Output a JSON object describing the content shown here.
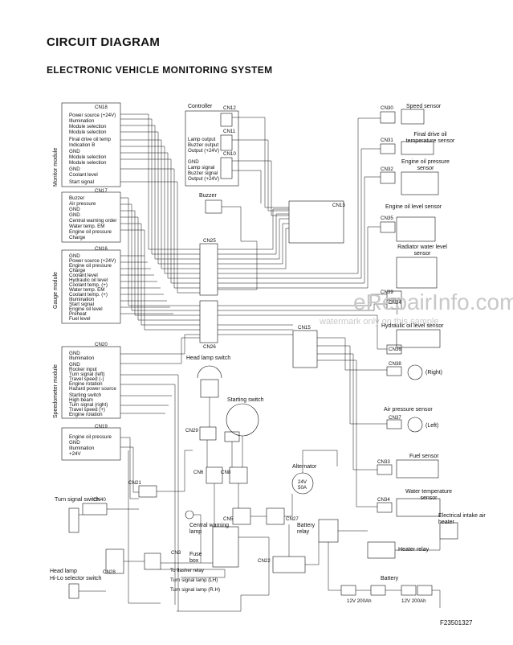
{
  "title": "CIRCUIT DIAGRAM",
  "subtitle": "ELECTRONIC VEHICLE MONITORING SYSTEM",
  "figure_id": "F23501327",
  "watermark": {
    "site": "eRepairInfo.com",
    "note": "watermark only on this sample"
  },
  "modules": {
    "monitor": "Monitor module",
    "gauge": "Gauge module",
    "speedometer": "Speedometer module"
  },
  "connectors": {
    "cn18": {
      "name": "CN18",
      "pins": [
        "Power source (+24V)",
        "Illumination",
        "Module selection",
        "Module selection",
        "Final drive oil temp",
        "Indication B",
        "GND",
        "Module selection",
        "Module selection",
        "GND",
        "Coolant level",
        "Start signal"
      ]
    },
    "cn17": {
      "name": "CN17",
      "pins": [
        "Buzzer",
        "Air pressure",
        "GND",
        "GND",
        "Central warning order",
        "Water temp. EM",
        "Engine oil pressure",
        "Charge"
      ]
    },
    "cn16": {
      "name": "CN16",
      "pins": [
        "GND",
        "Power source (+24V)",
        "Engine oil pressure",
        "Charge",
        "Coolant level",
        "Hydraulic oil level",
        "Coolant temp. (+)",
        "Water temp. EM",
        "Coolant temp. (+)",
        "Illumination",
        "Start signal",
        "Engine oil level",
        "Preheat",
        "Fuel level"
      ]
    },
    "cn20": {
      "name": "CN20",
      "pins": [
        "GND",
        "Illumination",
        "GND",
        "Rocker input",
        "Turn signal (left)",
        "Travel speed (-)",
        "Engine rotation",
        "Hazard power source",
        "Starting switch",
        "High beam",
        "Turn signal (right)",
        "Travel speed (+)",
        "Engine rotation"
      ]
    },
    "cn19": {
      "name": "CN19",
      "pins": [
        "Engine oil pressure",
        "GND",
        "Illumination",
        "+24V"
      ]
    },
    "cn12": {
      "name": "CN12"
    },
    "cn11": {
      "name": "CN11"
    },
    "cn10": {
      "name": "CN10"
    },
    "cn13": {
      "name": "CN13"
    },
    "cn25": {
      "name": "CN25"
    },
    "cn26": {
      "name": "CN26"
    },
    "cn15": {
      "name": "CN15"
    },
    "cn29": {
      "name": "CN29"
    },
    "cn6": {
      "name": "CN6"
    },
    "cn8": {
      "name": "CN8"
    },
    "cn5": {
      "name": "CN5"
    },
    "cn27": {
      "name": "CN27"
    },
    "cn21": {
      "name": "CN21"
    },
    "cn40": {
      "name": "CN40"
    },
    "cn3": {
      "name": "CN3"
    },
    "cn28": {
      "name": "CN28"
    },
    "cn22": {
      "name": "CN22"
    },
    "cn30": {
      "name": "CN30"
    },
    "cn31": {
      "name": "CN31"
    },
    "cn32": {
      "name": "CN32"
    },
    "cn35": {
      "name": "CN35"
    },
    "cn39": {
      "name": "CN39"
    },
    "cn24": {
      "name": "CN24"
    },
    "cn36": {
      "name": "CN36"
    },
    "cn38": {
      "name": "CN38"
    },
    "cn37": {
      "name": "CN37"
    },
    "cn33": {
      "name": "CN33"
    },
    "cn34": {
      "name": "CN34"
    }
  },
  "controller": {
    "label": "Controller",
    "cn11_pins": [
      "Lamp output",
      "Buzzer output",
      "Output (+24V)"
    ],
    "cn10_pins": [
      "GND",
      "Lamp signal",
      "Buzzer signal",
      "Output (+24V)"
    ]
  },
  "components": {
    "buzzer": "Buzzer",
    "head_lamp_switch": "Head lamp switch",
    "starting_switch": "Starting switch",
    "alternator": "Alternator",
    "alternator_rating": "24V\n50A",
    "central_warning_lamp": "Central warning lamp",
    "fuse_box": "Fuse box",
    "turn_signal_switch": "Turn signal switch",
    "head_lamp_selector": "Head lamp\nHi-Lo selector switch",
    "battery_relay": "Battery relay",
    "battery": "Battery",
    "battery_rating_1": "12V 200Ah",
    "battery_rating_2": "12V 200Ah",
    "heater_relay": "Heater relay",
    "intake_heater": "Electrical intake air heater",
    "to_flasher_relay": "To flasher relay",
    "turn_lamp_lh": "Turn signal lamp (LH)",
    "turn_lamp_rh": "Turn signal lamp (R.H)"
  },
  "sensors": {
    "speed": "Speed sensor",
    "final_drive": "Final drive oil temperature sensor",
    "engine_oil_pressure": "Engine oil pressure sensor",
    "engine_oil_level": "Engine oil level sensor",
    "radiator": "Radiator water level sensor",
    "hydraulic": "Hydraulic oil level sensor",
    "air_right": "(Right)",
    "air_pressure": "Air pressure sensor",
    "air_left": "(Left)",
    "fuel": "Fuel sensor",
    "water_temp": "Water temperature sensor"
  }
}
